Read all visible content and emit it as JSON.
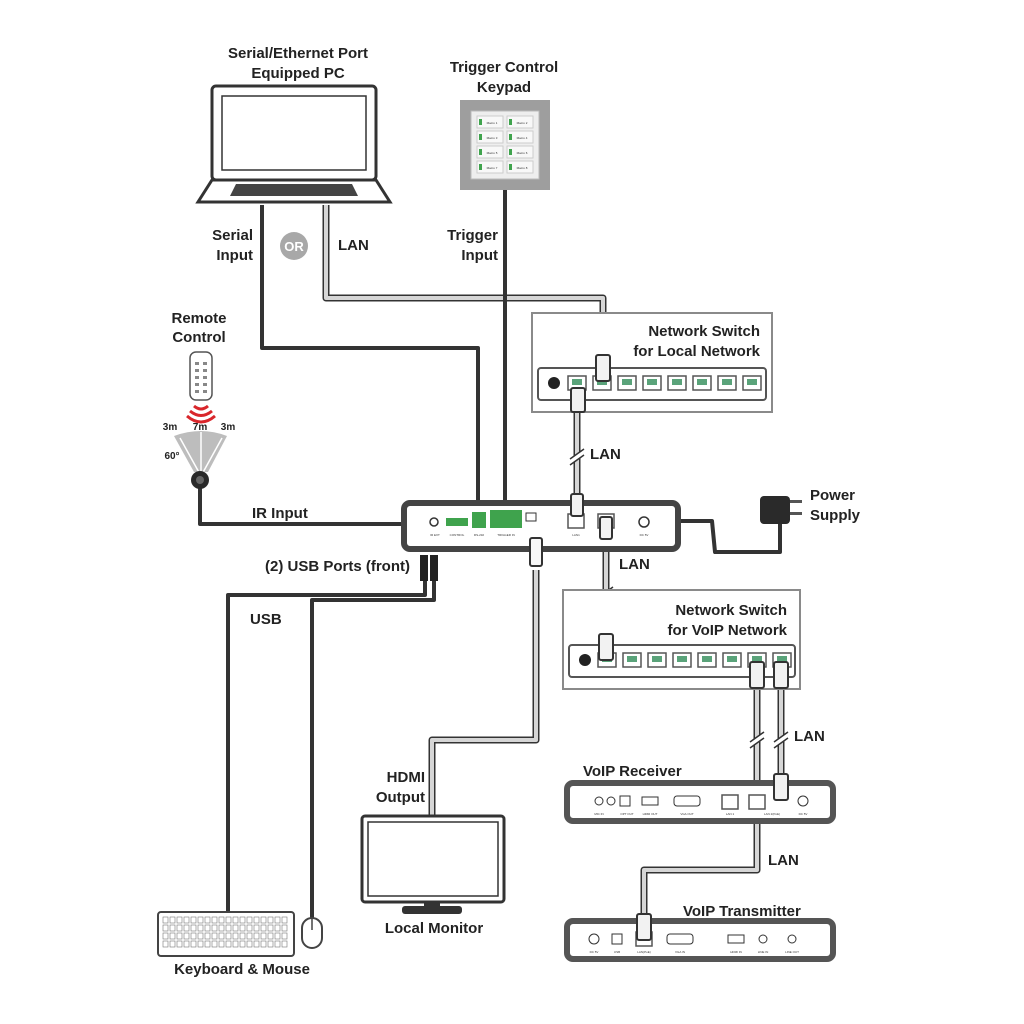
{
  "labels": {
    "pc": [
      "Serial/Ethernet Port",
      "Equipped PC"
    ],
    "keypad": [
      "Trigger Control",
      "Keypad"
    ],
    "serial_input": [
      "Serial",
      "Input"
    ],
    "or": "OR",
    "lan": "LAN",
    "trigger_input": [
      "Trigger",
      "Input"
    ],
    "remote_control": [
      "Remote",
      "Control"
    ],
    "range_left": "3m",
    "range_center": "7m",
    "range_right": "3m",
    "angle": "60°",
    "ir_input": "IR Input",
    "switch_local": [
      "Network Switch",
      "for Local Network"
    ],
    "switch_voip": [
      "Network Switch",
      "for VoIP Network"
    ],
    "power_supply": [
      "Power",
      "Supply"
    ],
    "usb_ports": "(2) USB Ports (front)",
    "usb": "USB",
    "hdmi_output": [
      "HDMI",
      "Output"
    ],
    "voip_receiver": "VoIP Receiver",
    "voip_transmitter": "VoIP Transmitter",
    "local_monitor": "Local Monitor",
    "keyboard_mouse": "Keyboard & Mouse"
  },
  "keypad_buttons": [
    "Macro 1",
    "Macro 2",
    "Macro 3",
    "Macro 4",
    "Macro 5",
    "Macro 6",
    "Macro 7",
    "Macro 8"
  ],
  "colors": {
    "wire": "#333333",
    "lan_inner": "#d6d6d6",
    "ir_signal": "#d9262b",
    "terminal_green": "#3fa34d"
  }
}
